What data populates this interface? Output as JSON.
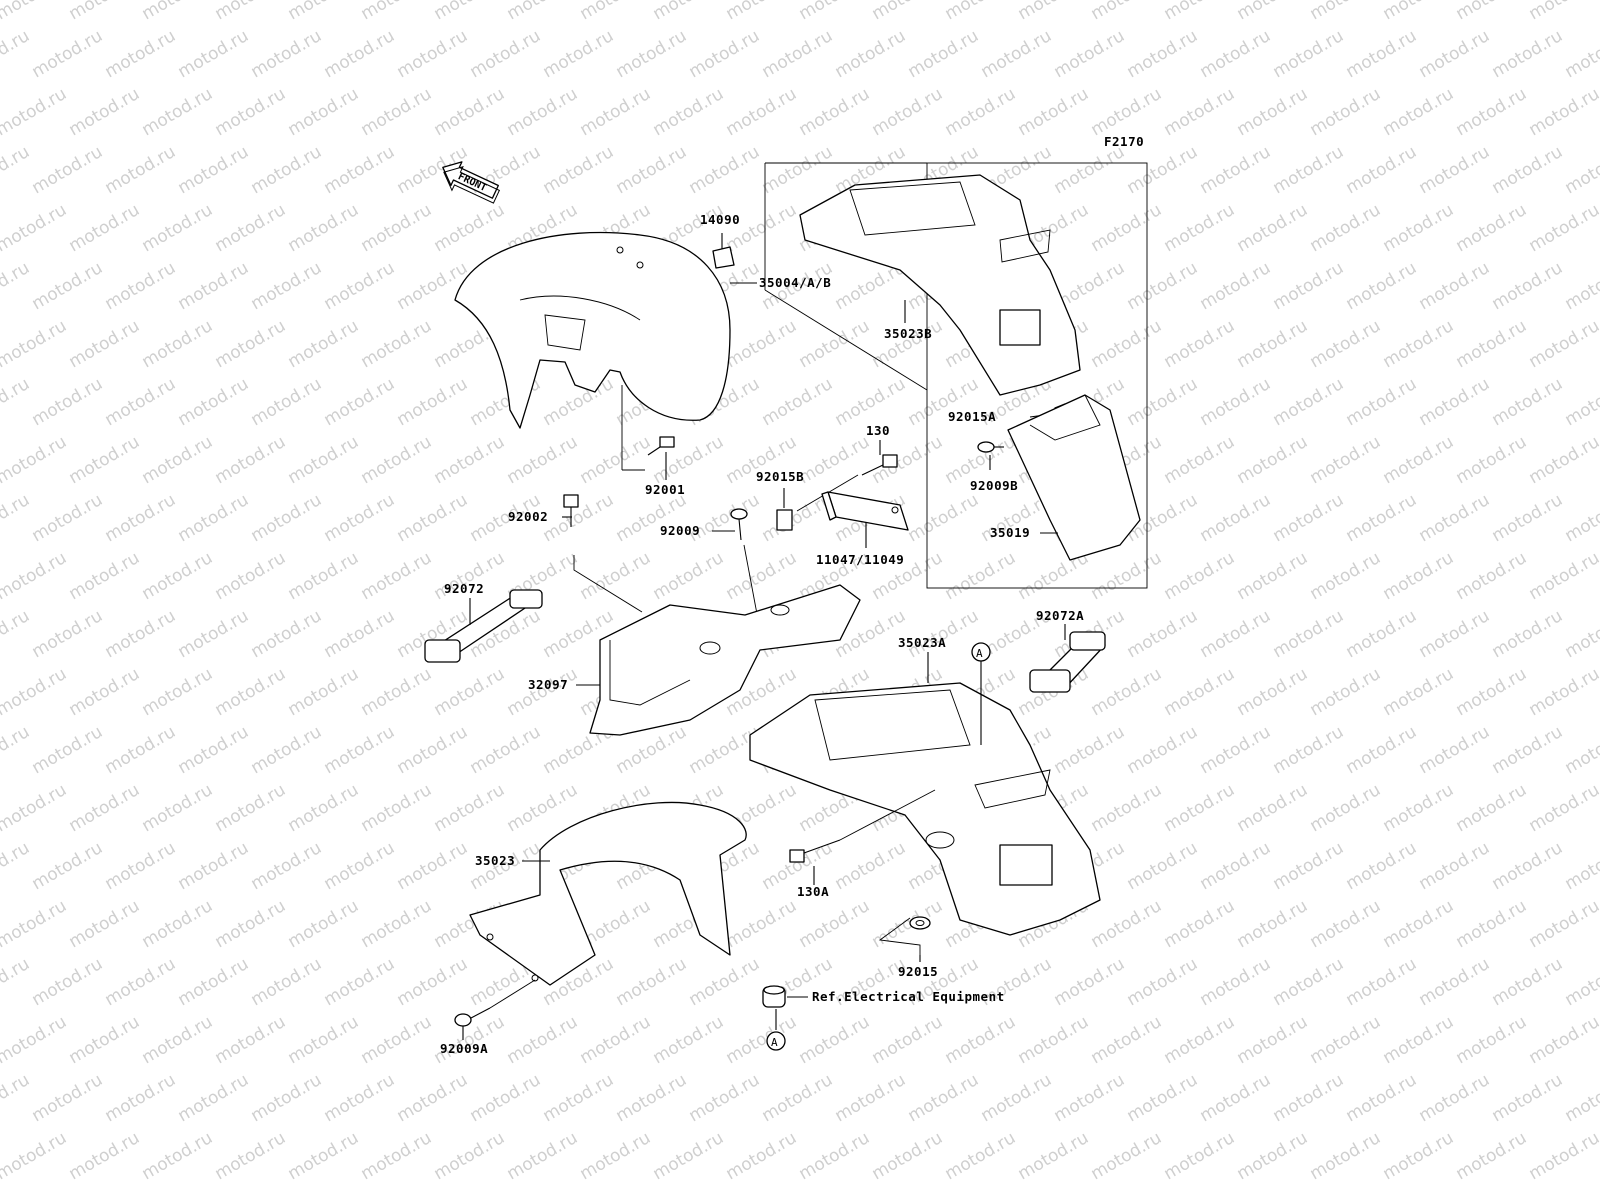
{
  "watermark": "motod.ru",
  "figure_id": "F2170",
  "front_label": "FRONT",
  "ref_marker": "A",
  "ref_note": "Ref.Electrical Equipment",
  "labels": {
    "p14090": "14090",
    "p35004": "35004/A/B",
    "p92001": "92001",
    "p92002": "92002",
    "p92009": "92009",
    "p92015B": "92015B",
    "p130": "130",
    "p11047": "11047/11049",
    "p92072": "92072",
    "p32097": "32097",
    "p35023B": "35023B",
    "p92015A": "92015A",
    "p92009B": "92009B",
    "p35019": "35019",
    "p35023A": "35023A",
    "p92072A": "92072A",
    "p130A": "130A",
    "p35023": "35023",
    "p92015": "92015",
    "p92009A": "92009A"
  },
  "colors": {
    "line": "#000000",
    "watermark": "#cfcfcf",
    "background": "#ffffff"
  }
}
